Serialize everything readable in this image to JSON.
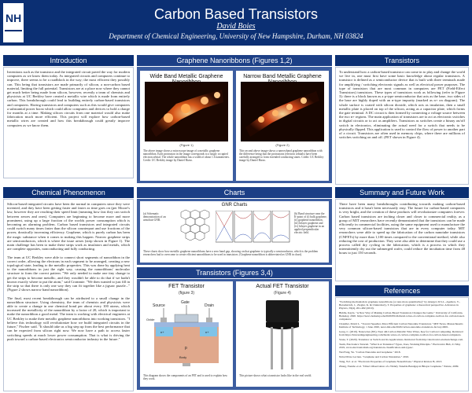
{
  "header": {
    "title": "Carbon Based Transistors",
    "author": "David Boies",
    "department": "Department of Chemical Engineering, University of New Hampshire, Durham, NH 03824",
    "logo_letters": "NH"
  },
  "sections": {
    "introduction": "Introduction",
    "graphene": "Graphene Nanoribbons (Figures 1,2)",
    "transistors": "Transistors",
    "chemical": "Chemical Phenomenon",
    "charts": "Charts",
    "summary": "Summary and Future Work",
    "transistors_fig": "Transistors (Figures 3,4)",
    "references": "References"
  },
  "intro_text": "Inventions such as the transistor and the integrated circuit paved the way for modern computers as we know them today. As integrated circuits and computers continue to improve, there seems to be a roadblock in the way; the most efficient they possibly can. This being that transistors are made primarily of silicon, a non-carbon based material, limiting the full potential. Transistors are at a place now where they cannot get much better being made from silicon, however, recently a team of chemists and physicists at UC Berkley have created a metallic wire which is made from entirely carbon. This breakthrough could lead to building entirely carbon-based transistors and computers. Having transistors and computers such as this would give computers a substantial power boost which could allow computers and devices to hold a charge for months at a time. Making silicon circuits from one material would also make fabrication much more efficient. This project will explore how carbon-based metallic wires are created and how this breakthrough could greatly improve computers as we know them.",
  "graphene": {
    "left_title": "Wide Band Metallic Graphene Nanoribbon",
    "right_title": "Narrow Band Metallic Graphene Nanoribbon",
    "left_fig": "(Figure 1)",
    "right_fig": "(Figure 2)",
    "left_caption": "The above image shows a microscope image of a metallic graphene nanoribbon. Each protrusion in the image corresponds to a singly occupied electron orbital. The whole nanoribbon has a width of about 1.6 nanometers. Credit: UC Berkley image by Daniel Rizzo.",
    "right_caption": "This second above image shows a narrowband graphene nanoribbon with the difference being that the protrusions (electron orbitals) have been carefully arranged to form extended conducting states. Credit: UC Berkley image by Daniel Rizzo."
  },
  "transistors_text": "To understand how a carbon-based transistor can come in to play and change the world we live in, one must first have some basic knowledge about regular transistors. A transistor is defined as a semiconductor device that is built with three terminals made for amplifying / switching electronic signals as well as electrical power purposes. The type of transistors that are most common in computers are FET (Field-Effect Transistors) transistors. These types of transistors work as following (refer to Figure 3): there is a block known as a p-type semiconductor that acts as the base, two sides of the base are highly doped with an n-type impurity (marked as n+ on diagram). The whole surface is coated with silicon dioxide, which acts as insulation, then a small metallic plate is placed on top of the silicon, acting as a capacitor plate, which forms the gate terminal. A DC circuit is then formed by connecting a voltage source between the two n+ regions. The main application of transistors are to act as electronic switches in digital circuits or to act as amplifiers. Transistors as switches create a binary on/off switch in electronics, eliminating the actual need for a switch that needs to be physically flipped. This application is used to control the flow of power to another part of a circuit. Transistors are often used in memory chips, where there are millions of switches switching on and off. (FET shown in Figure 4).",
  "chemical_text": "Silicon-based integrated circuits have been the normal in computers since they were invented, and they have been getting faster and faster as time goes on (per Moore's law, however they are reaching their speed limit (meaning how fast they can switch between zeroes and ones). Computers are beginning to become more and more prominent, using up a large fraction of the worlds power consumption which is becoming an alarming problem. Carbon based transistors and integrated circuits could switch many times faster than the silicon counterpart and use fractions of the power, drastically increasing efficiency. Graphene, which is purely carbon has been the magic substance when it comes to making this happen. Narrow graphene strips are semiconductors, which is where the issue arises (strip shown in Figure 1). The main challenge has been to make these strips work as insulators and metals, which are complete opposites, nonconducting and fully conducting.\n\nThe team at UC Berkley were able to connect short segments of nanoribbon in the correct order, allowing the electrons in each segment to be arranged, creating a new topological state, leading to the metallic properties. This was done by applying heat to the nanoribbons in just the right way, causing the nanoribbons' molecular structure to form the correct pattern. \"We only needed to make one tiny change to get the strips to become metallic, and they wouldn't be able to do that if we hadn't known exactly where to put the atom,\" said Crommie. \"We then wanted to just fill in the strip so that there is only one way they can fit together like a jigsaw puzzle...\" (Figure 2 shows narrow band nanoribbon).\n\nThe final, most recent breakthrough can be attributed to a small change in the nanoribbon structure. Using chemistry, the team of chemists and physicists were able to create a change in one chemical bond per about every 100 atoms, which increased the metallicity of the nanoribbon by a factor of 20, which is important to make the nanoribbon a good metal. The team is working with electrical engineers at UC Berkley to make their metallic graphene nanoribbons into working transistors. \"I believe this technology will revolutionize how we build integrated circuits in the future,\" Fischer said. \"It should take us a big step up from the best performance that can be expected from silicon right now. We now have a path to access faster switching speeds at much lower power consumption. That is what is driving the push toward a carbon-based electronics semiconductor industry in the future.\"",
  "charts": {
    "title": "GNR Charts",
    "label_a": "(a) Schematic demonstration of an armchair GNR.",
    "label_b": "(b) Band structure near the K-point of (i) bulk graphene, (ii) graphene nanoribbon, (iii) bilayer graphene and (iv) bilayer graphene in an applied perpendicular electric field.",
    "caption": "These charts show how metallic graphene nanoribbons have a zero band gap, showing on that graphene is typically a semiconductor, which is the problem researchers had to overcome to create efficient nanoribbons to be used in transistors. (Graphene nanoribbon is abbreviated as GNR in chart)."
  },
  "summary_text": "There have been many breakthroughs contributing towards making carbon-based transistors and it hasn't been necessarily easy. The future for carbon-based computers is very bright, and the creation of these products will revolutionize computers forever. Carbon based transistors are inching closer and closer to commercial reality, as a group of MIT researchers have recently demonstrated that the transistors can be made efficiently in commercial facilities, using the same equipment used to manufacture the very common silicon-based transistors that are in every computer today. MIT researchers were able to speed up the fabrication of the carbon nanotube transistors (CNFETs) by more than 1,100 times compared to the conventional method, while also reducing the cost of production. They were also able to determine that they could use a process called dry cycling in the fabrication, which is a process in which they intermittently dry out the submerged wafer, could reduce the incubation time from 48 hours to just 150 seconds.",
  "transistor_figs": {
    "fet_title": "FET Transistor",
    "fet_fig": "(figure 3)",
    "actual_title": "Actual FET Transistor",
    "actual_fig": "(Figure 4)",
    "lbl_source": "Source",
    "lbl_gate": "Gate",
    "lbl_drain": "Drain",
    "lbl_oxide": "Oxide",
    "lbl_body": "Body",
    "lbl_nplus_l": "n+",
    "lbl_nplus_r": "n+",
    "lbl_p": "p",
    "fet_caption": "This diagram shows the components of an FET and is used to explain how they work.",
    "actual_caption": "This picture shows what a transistor looks like in the real world."
  },
  "references": [
    "\"Switching mechanism in graphene nanoribbons (or tens more quantitative)\" by Abergel, D.S.L., Apalkov, V., Berashevich, J., Ziegler, K. & Chakraborty, T. Properties of graphene: a theoretical perspective. Advances in Physics, 59(4), 261-482 (2010).",
    "Biddle, Kayla. \"A New Way of Making Carbon-Based Transistors Changes the Game.\" University of California, Berkeley, 2020. https://news.berkeley.edu/2020/09/24/metal-wires-of-carbon-complete-toolbox-for-carbon-based-computers/.",
    "Chandler, David L. \"Toward Speedier, More Efficient Carbon Nanotube Transistors.\" MIT News, Massachusetts Institute of Technology, 1 June 2020, news.mit.edu/2020/carbon-nanotube-transistors-factory-0601.",
    "Gong, C. (2019). Nanowires (NS). Near 4th Carbon Metallic Wire Wires, Key for Carbon Computing. Retrieved from https://interestingengineering.com/metal-wires-of-carbon-complete-toolbox-for-carbon-based-computers.",
    "Stone, T. (2020). Transistor as Switch and its Applications. Retrieved from http://electronics.stackexchange.com.",
    "Team, Electronics Tutorial. \"What Is A Transistor? Types, Uses, Working Principle.\" Electronics Hub, 21 May 2019, www.electronicshub.org/transistors-classification-and-types/.",
    "Wei Fang, Yu. \"Carbon Nanotube and Graphene.\" 2018.",
    "Nobel Prize Lecture. \"Graphene and Carbon Nanotubes.\" 2010.",
    "Tung, W.J. et al. \"Electronic Properties of Graphene Nanoribbons.\" Physical Review B, 2013.",
    "Zhang, Yuanbo et al. \"Direct Observation of a Widely Tunable Bandgap in Bilayer Graphene.\" Nature, 2009."
  ]
}
